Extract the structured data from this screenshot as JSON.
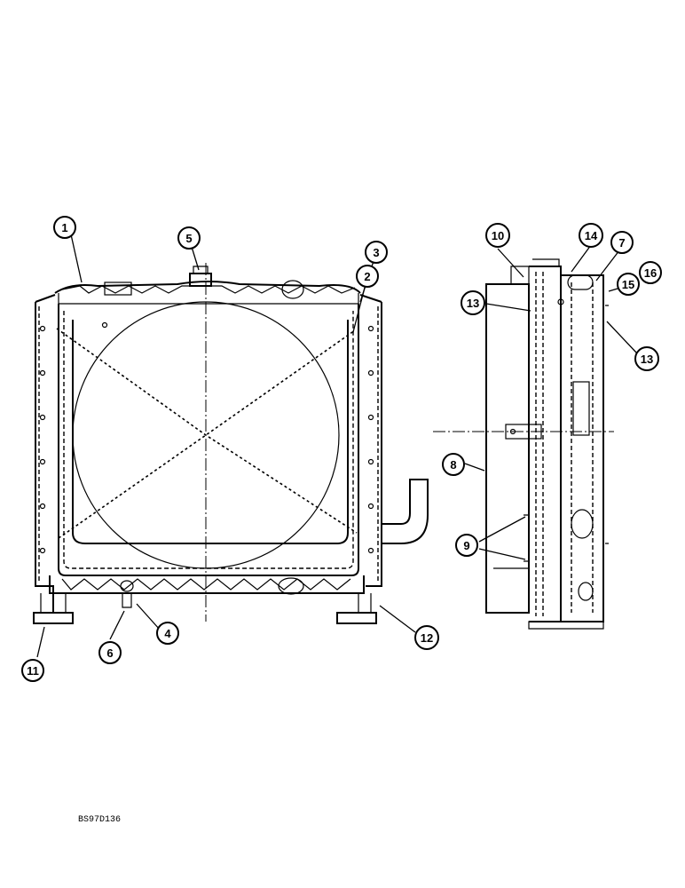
{
  "diagram": {
    "reference_code": "BS97D136",
    "callouts": [
      "1",
      "2",
      "3",
      "4",
      "5",
      "6",
      "7",
      "8",
      "9",
      "10",
      "11",
      "12",
      "13",
      "13",
      "14",
      "15",
      "16"
    ]
  }
}
